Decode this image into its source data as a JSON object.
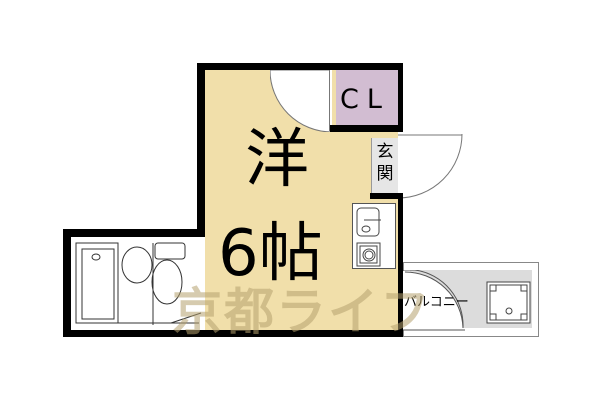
{
  "floorplan": {
    "main_room": {
      "label_line1": "洋",
      "label_line2": "6帖",
      "type": "Western-style room",
      "size_tatami": 6
    },
    "closet": {
      "label": "CL"
    },
    "entrance": {
      "label": "玄関"
    },
    "balcony": {
      "label": "バルコニー"
    },
    "bathroom": {
      "fixtures": [
        "bathtub",
        "sink",
        "toilet"
      ]
    },
    "kitchen": {
      "fixtures": [
        "sink",
        "stove"
      ]
    },
    "watermark": "京都ライフ",
    "colors": {
      "main_room": "#f1dfaa",
      "closet": "#d2bdd2",
      "walls": "#000000",
      "balcony_floor": "#dcdcdc",
      "entrance": "#e6e6e6"
    }
  }
}
